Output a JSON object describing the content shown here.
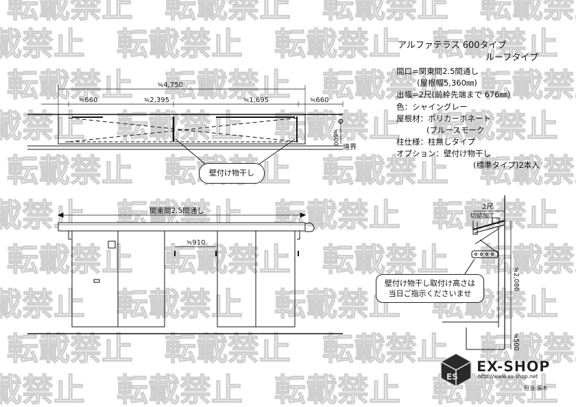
{
  "watermark": {
    "text": "転載禁止"
  },
  "specs": {
    "title_line1": "アルファテラス 600タイプ",
    "title_line2": "ルーフタイプ",
    "lines": [
      "間口=関東間2.5間通し",
      "(屋根幅5,360㎜)",
      "出幅=2尺(前枠先端まで 676㎜)",
      "色：シャイングレー",
      "屋根材：ポリカーボネート",
      "(ブルースモーク",
      "柱仕様：柱無しタイプ",
      "オプション：壁付け物干し",
      "(標準タイプ)2本入"
    ]
  },
  "plan": {
    "dim_total": "≒4,750",
    "dim_a": "≒660",
    "dim_b": "≒2,395",
    "dim_c": "≒1,695",
    "dim_d": "≒660",
    "dim_depth": "≒600",
    "boundary": "境界",
    "callout": "壁付け物干し"
  },
  "elevation": {
    "width_label": "関東間2.5間通し",
    "dim_910": "≒910"
  },
  "section": {
    "dim_2shaku": "2尺",
    "cut_label": "切詰加工",
    "dim_2080": "≒2,080",
    "dim_500": "≒500",
    "callout_line1": "壁付け物干し取付け高さは",
    "callout_line2": "当日ご指示くださいませ"
  },
  "brand": {
    "name": "EX-SHOP",
    "url": "http://www.ex-shop.net",
    "staff": "担当:藤木"
  }
}
